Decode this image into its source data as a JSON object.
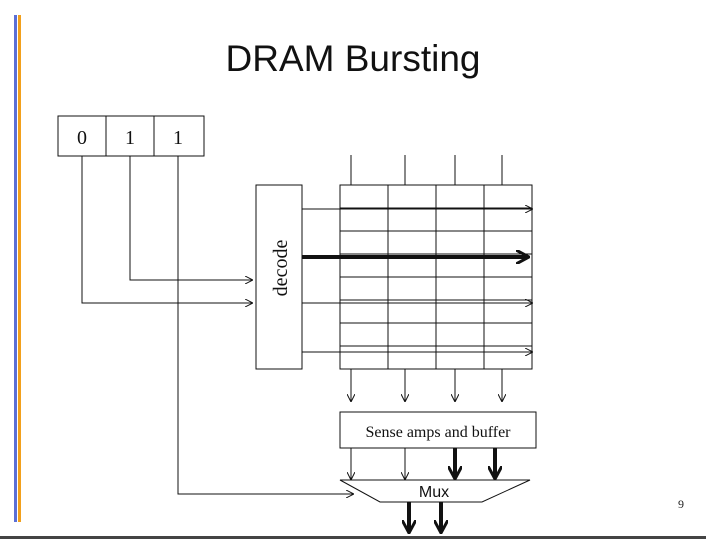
{
  "slide": {
    "title": "DRAM Bursting",
    "page_number": "9"
  },
  "diagram": {
    "address_bits": [
      "0",
      "1",
      "1"
    ],
    "decoder_label": "decode",
    "sense_label": "Sense amps and buffer",
    "mux_label": "Mux"
  },
  "colors": {
    "accent_blue": "#5b6fd6",
    "accent_orange": "#f2a01c",
    "line": "#111111"
  }
}
